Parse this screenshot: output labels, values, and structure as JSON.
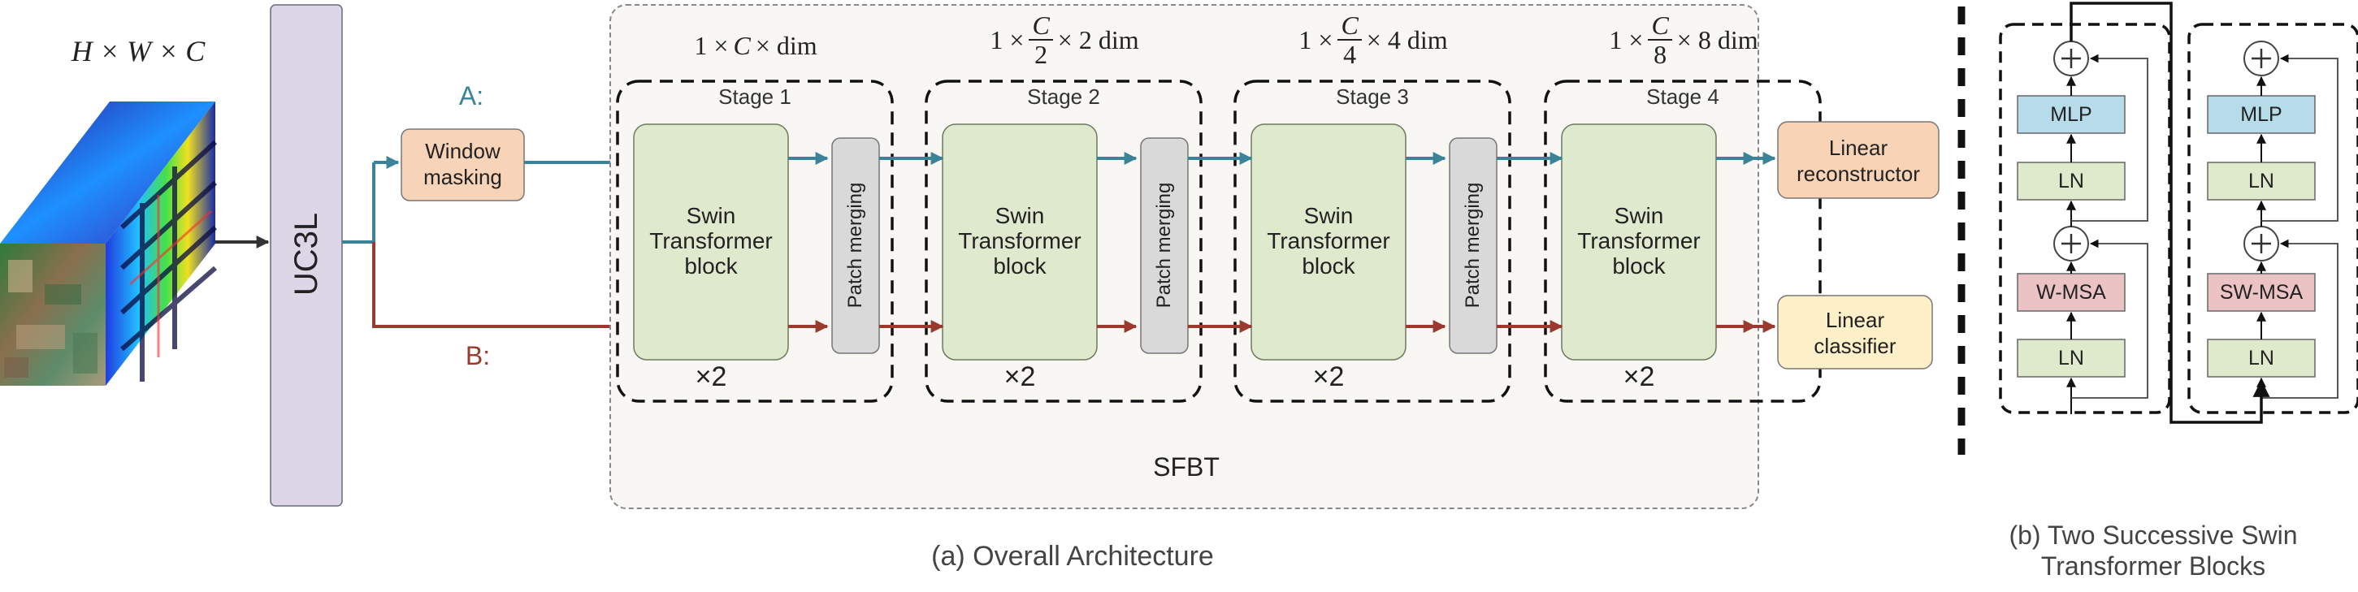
{
  "input": {
    "dims_label": "H × W × C"
  },
  "uc3l": {
    "label": "UC3L"
  },
  "branches": {
    "a_label": "A:",
    "b_label": "B:"
  },
  "window_masking": {
    "line1": "Window",
    "line2": "masking"
  },
  "stages": [
    {
      "name": "Stage 1",
      "dims_prefix": "1 ×",
      "dims_fraction_num": "",
      "dims_fraction_den": "",
      "dims_single": "C",
      "dims_suffix": "× dim",
      "block_line1": "Swin",
      "block_line2": "Transformer",
      "block_line3": "block",
      "repeat": "×2"
    },
    {
      "name": "Stage 2",
      "dims_prefix": "1 ×",
      "dims_fraction_num": "C",
      "dims_fraction_den": "2",
      "dims_single": "",
      "dims_suffix": "× 2 dim",
      "block_line1": "Swin",
      "block_line2": "Transformer",
      "block_line3": "block",
      "repeat": "×2"
    },
    {
      "name": "Stage 3",
      "dims_prefix": "1 ×",
      "dims_fraction_num": "C",
      "dims_fraction_den": "4",
      "dims_single": "",
      "dims_suffix": "× 4 dim",
      "block_line1": "Swin",
      "block_line2": "Transformer",
      "block_line3": "block",
      "repeat": "×2"
    },
    {
      "name": "Stage 4",
      "dims_prefix": "1 ×",
      "dims_fraction_num": "C",
      "dims_fraction_den": "8",
      "dims_single": "",
      "dims_suffix": "× 8 dim",
      "block_line1": "Swin",
      "block_line2": "Transformer",
      "block_line3": "block",
      "repeat": "×2"
    }
  ],
  "patch_merging": {
    "label": "Patch merging"
  },
  "sfbt": {
    "label": "SFBT"
  },
  "heads": {
    "reconstructor": {
      "line1": "Linear",
      "line2": "reconstructor"
    },
    "classifier": {
      "line1": "Linear",
      "line2": "classifier"
    }
  },
  "caption_a": "(a) Overall Architecture",
  "caption_b": {
    "line1": "(b) Two Successive Swin",
    "line2": "Transformer Blocks"
  },
  "blocks_b": {
    "left": {
      "mlp": "MLP",
      "ln_top": "LN",
      "msa": "W-MSA",
      "ln_bottom": "LN"
    },
    "right": {
      "mlp": "MLP",
      "ln_top": "LN",
      "msa": "SW-MSA",
      "ln_bottom": "LN"
    }
  },
  "colors": {
    "branch_a": "#3a8399",
    "branch_b": "#9a3a2e",
    "swin_block_fill": "#dfe9cd",
    "patch_merging_fill": "#d9d9d9",
    "uc3l_fill": "#dcd6e6",
    "window_masking_fill": "#f7d3b8",
    "reconstructor_fill": "#f8d3b5",
    "classifier_fill": "#fdf0c9",
    "mlp_fill": "#b6dcea",
    "ln_fill": "#deeacb",
    "msa_fill": "#ecc3c4",
    "sfbt_bg": "#f8f7f4"
  }
}
